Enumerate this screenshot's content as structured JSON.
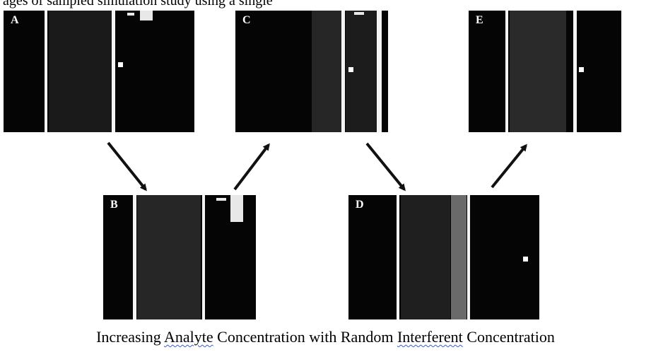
{
  "header_fragment": "ages of sampled simulation study using a single",
  "panels": [
    {
      "id": "a",
      "label": "A"
    },
    {
      "id": "b",
      "label": "B"
    },
    {
      "id": "c",
      "label": "C"
    },
    {
      "id": "d",
      "label": "D"
    },
    {
      "id": "e",
      "label": "E"
    }
  ],
  "caption": {
    "part1": "Increasing ",
    "part2": "Analyte",
    "part3": " Concentration with Random ",
    "part4": "Interferent",
    "part5": " Concentration"
  },
  "colors": {
    "panel_background": "#050505",
    "stripe": "#f4f4f4",
    "arrow": "#111111",
    "spellcheck_underline": "#3b5bd0"
  }
}
